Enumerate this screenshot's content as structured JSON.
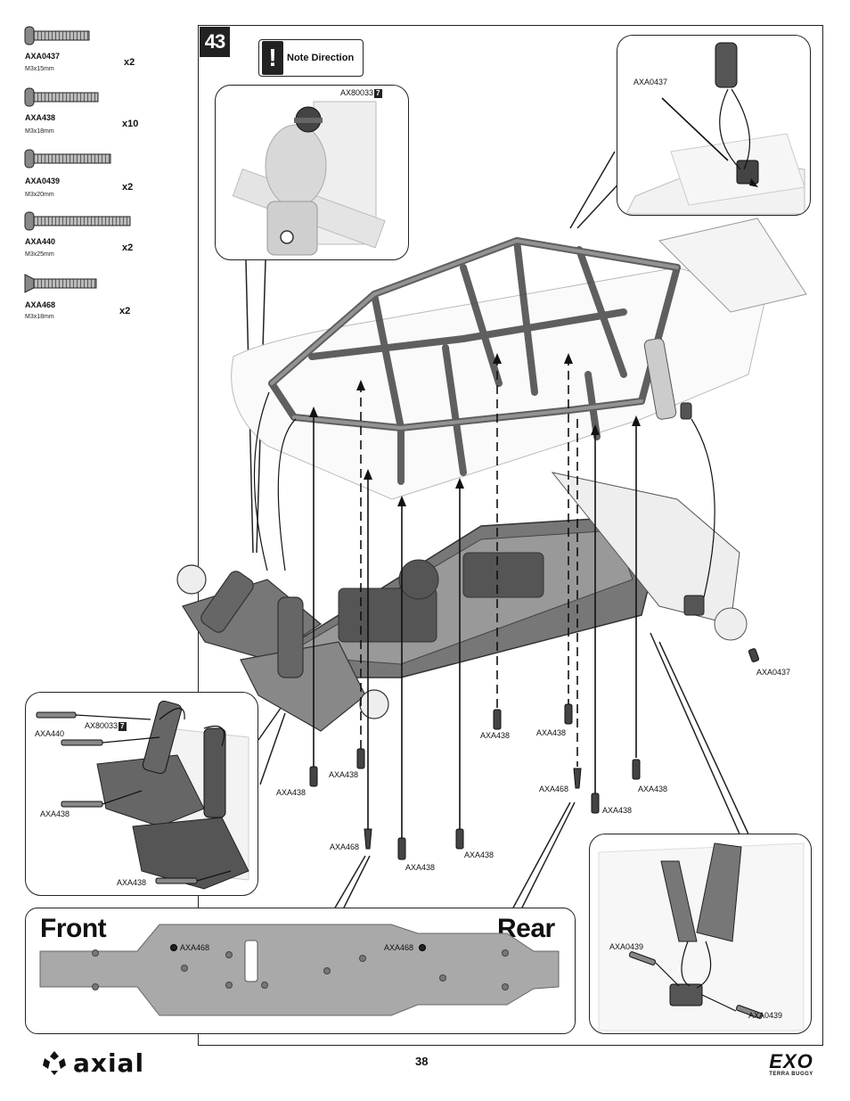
{
  "parts": [
    {
      "code": "AXA0437",
      "size": "M3x15mm",
      "qty": "x2"
    },
    {
      "code": "AXA438",
      "size": "M3x18mm",
      "qty": "x10"
    },
    {
      "code": "AXA0439",
      "size": "M3x20mm",
      "qty": "x2"
    },
    {
      "code": "AXA440",
      "size": "M3x25mm",
      "qty": "x2"
    },
    {
      "code": "AXA468",
      "size": "M3x18mm",
      "qty": "x2"
    }
  ],
  "step": {
    "number": "43"
  },
  "note": {
    "mark": "!",
    "text": "Note Direction"
  },
  "callouts": {
    "ball_stud": {
      "part": "AX80033",
      "tag": "7"
    },
    "rear_shock": {
      "part": "AXA0437"
    },
    "front_detail": {
      "screw_a": "AXA440",
      "ball": "AX80033",
      "tag": "7",
      "screw_b": "AXA438",
      "screw_c": "AXA438"
    },
    "rear_brace": {
      "screw_a": "AXA0439",
      "screw_b": "AXA0439"
    }
  },
  "main_labels": [
    "AXA438",
    "AXA438",
    "AXA438",
    "AXA438",
    "AXA438",
    "AXA438",
    "AXA438",
    "AXA438",
    "AXA468",
    "AXA468",
    "AXA0437"
  ],
  "chassis": {
    "front": "Front",
    "rear": "Rear",
    "hole_a": "AXA468",
    "hole_b": "AXA468"
  },
  "footer": {
    "page": "38",
    "brand": "axial",
    "product": "EXO",
    "product_sub": "TERRA BUGGY"
  }
}
